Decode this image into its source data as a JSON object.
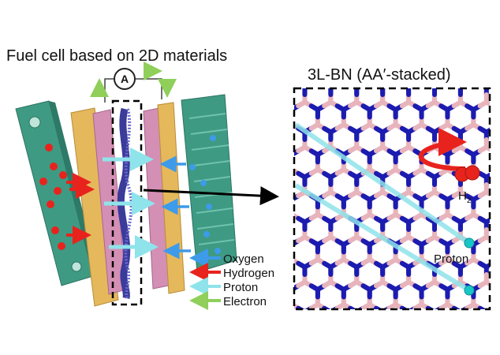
{
  "figure": {
    "left_title": "Fuel cell based on 2D materials",
    "right_title": "3L-BN (AA′-stacked)",
    "ammeter_symbol": "A",
    "legend": [
      {
        "label": "Oxygen",
        "color": "#3d9be9"
      },
      {
        "label": "Hydrogen",
        "color": "#e8231d"
      },
      {
        "label": "Proton",
        "color": "#8fe3ea"
      },
      {
        "label": "Electron",
        "color": "#8fcf5a"
      }
    ],
    "h2_label": "H",
    "h2_subscript": "2",
    "proton_label": "Proton"
  },
  "colors": {
    "flow_plate": "#3f9a83",
    "gas_diffusion": "#e5b85c",
    "catalyst": "#d48fb5",
    "membrane": "#3b3b9a",
    "hydrogen": "#e8231d",
    "oxygen": "#3d9be9",
    "proton": "#19c6c7",
    "electron": "#8fcf5a",
    "boron": "#e8b4bc",
    "nitrogen": "#1c1cb0"
  }
}
